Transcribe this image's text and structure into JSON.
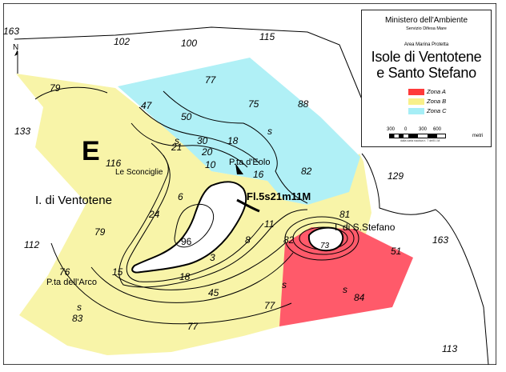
{
  "map": {
    "zone_colors": {
      "a": "#ff5a6a",
      "b": "#f8f4a8",
      "c": "#b0f0f6"
    },
    "north_label": "N",
    "sector_label": "E",
    "places": {
      "ventotene": "I. di Ventotene",
      "santo_stefano": "I. di S.Stefano",
      "sconciglie": "Le Sconciglie",
      "punta_eolo": "P.ta d'Eolo",
      "punta_arco": "P.ta dell'Arco",
      "light": "Fl.5s21m11M"
    },
    "depths": {
      "d163a": "163",
      "d102": "102",
      "d100": "100",
      "d115": "115",
      "d79a": "79",
      "d77a": "77",
      "d75": "75",
      "d88": "88",
      "d47": "47",
      "d50": "50",
      "d133": "133",
      "d30": "30",
      "d18": "18",
      "d20": "20",
      "d21": "21",
      "d116": "116",
      "d10": "10",
      "d16": "16",
      "d82a": "82",
      "d129": "129",
      "d6": "6",
      "d24": "24",
      "d11": "11",
      "d81": "81",
      "d79b": "79",
      "d96": "96",
      "d8": "8",
      "d82b": "82",
      "d73": "73",
      "d163b": "163",
      "d112": "112",
      "d51": "51",
      "d3": "3",
      "d15": "15",
      "d76": "76",
      "d18b": "18",
      "d45": "45",
      "d77b": "77",
      "d84": "84",
      "d83": "83",
      "d77c": "77",
      "d113": "113"
    },
    "seabed_marks": {
      "s1": "s",
      "s2": "s",
      "s3": "s",
      "s4": "s",
      "s5": "s"
    }
  },
  "legend": {
    "ministry": "Ministero dell'Ambiente",
    "service": "Servizio Difesa Mare",
    "area_type": "Area Marina Protetta",
    "title_line1": "Isole di Ventotene",
    "title_line2": "e Santo Stefano",
    "zones": [
      {
        "label": "Zona A",
        "color": "#ff3a3a"
      },
      {
        "label": "Zona B",
        "color": "#f8f08a"
      },
      {
        "label": "Zona C",
        "color": "#a6eef6"
      }
    ],
    "scale_ticks": [
      "300",
      "0",
      "300",
      "600"
    ],
    "scale_unit": "metri",
    "source_note": "dalla carta nautica n. 7 dell'I.I.M."
  }
}
